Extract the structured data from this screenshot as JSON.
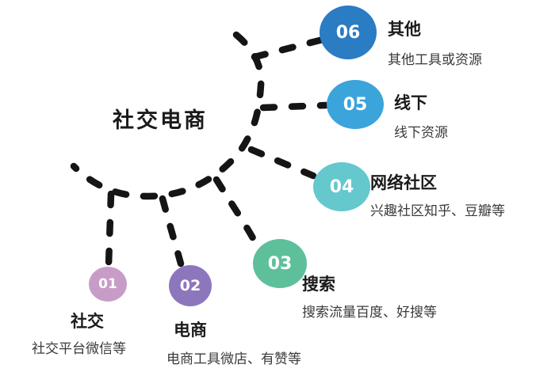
{
  "title": "社交电商",
  "line_color": "#151515",
  "nodes": [
    {
      "number": "01",
      "label": "社交",
      "desc": "社交平台微信等",
      "color": "#c79dc8"
    },
    {
      "number": "02",
      "label": "电商",
      "desc": "电商工具微店、有赞等",
      "color": "#8c77bd"
    },
    {
      "number": "03",
      "label": "搜索",
      "desc": "搜索流量百度、好搜等",
      "color": "#5ec09b"
    },
    {
      "number": "04",
      "label": "网络社区",
      "desc": "兴趣社区知乎、豆瓣等",
      "color": "#64c8cd"
    },
    {
      "number": "05",
      "label": "线下",
      "desc": "线下资源",
      "color": "#3ba4db"
    },
    {
      "number": "06",
      "label": "其他",
      "desc": "其他工具或资源",
      "color": "#2a7cc3"
    }
  ]
}
